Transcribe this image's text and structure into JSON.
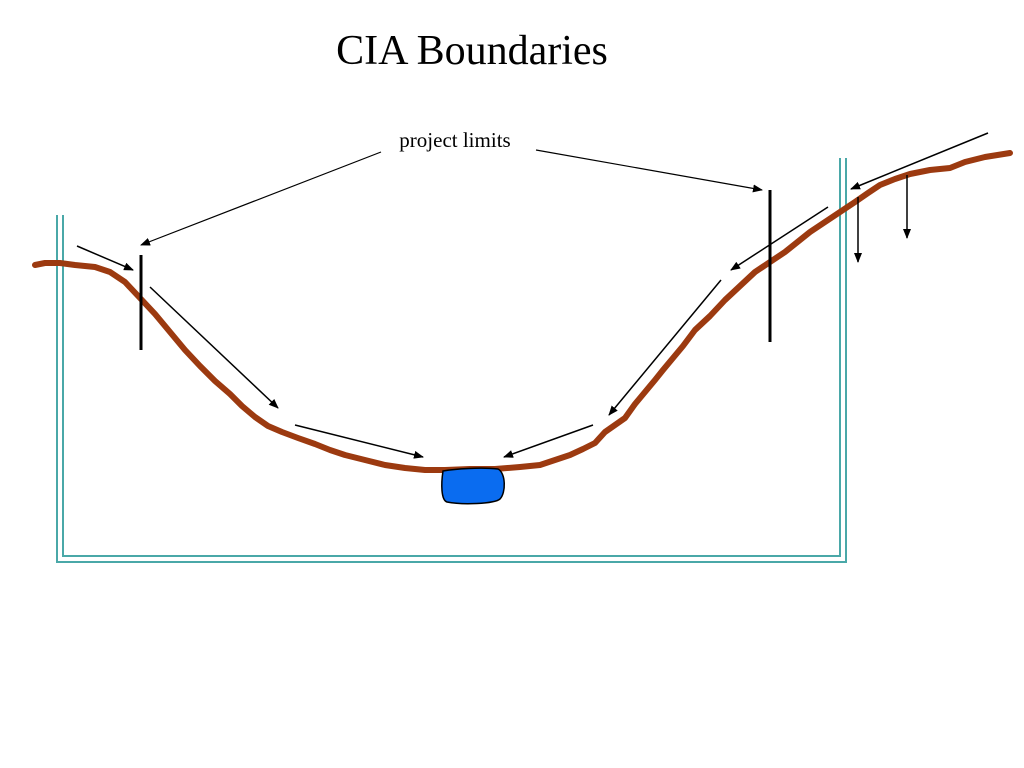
{
  "title": "CIA Boundaries",
  "label": "project limits",
  "colors": {
    "terrain": "#9c3a10",
    "boundary": "#4aa8a8",
    "water_fill": "#0a6cf0",
    "water_stroke": "#000000",
    "arrow": "#000000"
  },
  "icons": {
    "water_body": "blue-blob",
    "flow_arrow": "arrow",
    "project_limit": "vertical-line"
  }
}
